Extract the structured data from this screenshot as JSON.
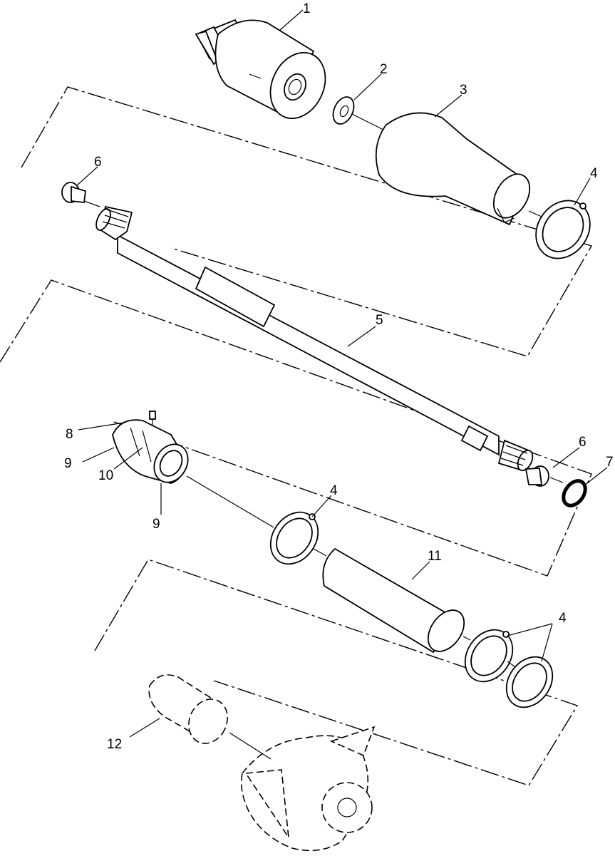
{
  "callouts": {
    "c1": "1",
    "c2": "2",
    "c3": "3",
    "c4a": "4",
    "c4b": "4",
    "c4c": "4",
    "c5": "5",
    "c6a": "6",
    "c6b": "6",
    "c7": "7",
    "c8": "8",
    "c9a": "9",
    "c9b": "9",
    "c10": "10",
    "c11": "11",
    "c12": "12"
  }
}
